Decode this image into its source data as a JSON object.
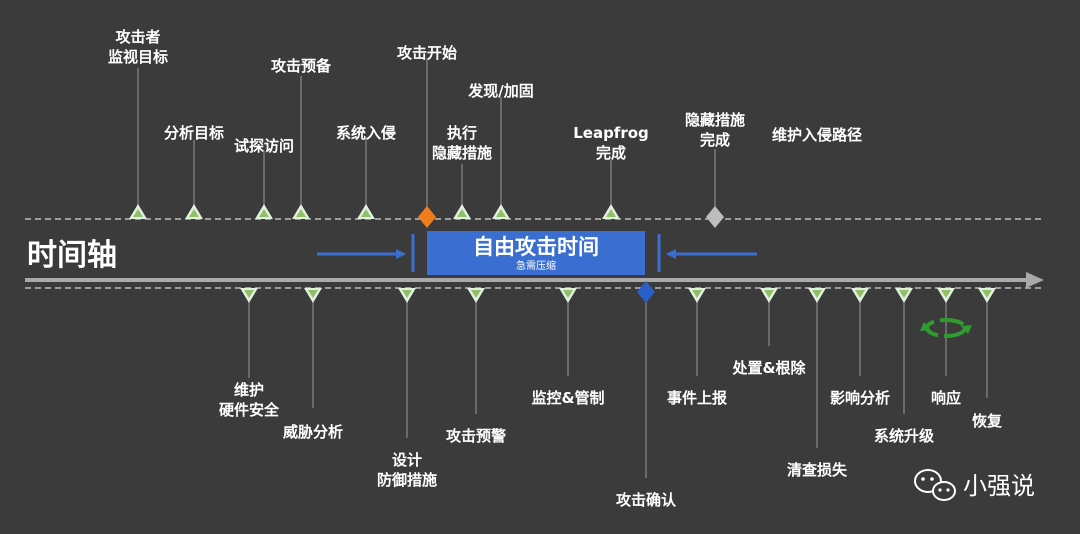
{
  "axis_title": "时间轴",
  "box": {
    "title": "自由攻击时间",
    "subtitle": "急需压缩"
  },
  "attacker_events": [
    {
      "label": [
        "攻击者",
        "监视目标"
      ],
      "marker": "triangle-up"
    },
    {
      "label": [
        "分析目标"
      ],
      "marker": "triangle-up"
    },
    {
      "label": [
        "试探访问"
      ],
      "marker": "triangle-up"
    },
    {
      "label": [
        "攻击预备"
      ],
      "marker": "triangle-up"
    },
    {
      "label": [
        "系统入侵"
      ],
      "marker": "triangle-up"
    },
    {
      "label": [
        "攻击开始"
      ],
      "marker": "diamond-orange"
    },
    {
      "label": [
        "执行",
        "隐藏措施"
      ],
      "marker": "triangle-up"
    },
    {
      "label": [
        "发现/加固"
      ],
      "marker": "triangle-up"
    },
    {
      "label": [
        "Leapfrog",
        "完成"
      ],
      "marker": "triangle-up"
    },
    {
      "label": [
        "隐藏措施",
        "完成"
      ],
      "marker": "diamond-gray"
    },
    {
      "label": [
        "维护入侵路径"
      ],
      "marker": "none"
    }
  ],
  "defender_events": [
    {
      "label": [
        "维护",
        "硬件安全"
      ],
      "marker": "triangle-down"
    },
    {
      "label": [
        "威胁分析"
      ],
      "marker": "triangle-down"
    },
    {
      "label": [
        "设计",
        "防御措施"
      ],
      "marker": "triangle-down"
    },
    {
      "label": [
        "攻击预警"
      ],
      "marker": "triangle-down"
    },
    {
      "label": [
        "监控&管制"
      ],
      "marker": "triangle-down"
    },
    {
      "label": [
        "攻击确认"
      ],
      "marker": "diamond-blue"
    },
    {
      "label": [
        "事件上报"
      ],
      "marker": "triangle-down"
    },
    {
      "label": [
        "处置&根除"
      ],
      "marker": "triangle-down"
    },
    {
      "label": [
        "清查损失"
      ],
      "marker": "triangle-down"
    },
    {
      "label": [
        "影响分析"
      ],
      "marker": "triangle-down"
    },
    {
      "label": [
        "系统升级"
      ],
      "marker": "triangle-down"
    },
    {
      "label": [
        "响应"
      ],
      "marker": "triangle-down"
    },
    {
      "label": [
        "恢复"
      ],
      "marker": "triangle-down"
    }
  ],
  "brand": {
    "icon": "wechat-icon",
    "name": "小强说"
  },
  "colors": {
    "background": "#3b3b3b",
    "axis": "#a9a9a9",
    "box": "#3a6fd1",
    "arrow": "#3a6fd1",
    "marker_fill": "#e3f0de",
    "marker_inner": "#8fbf6a",
    "attack_start": "#f07d1c",
    "attack_confirm": "#2a5fc8",
    "hidden_done": "#bdbdbd",
    "cycle": "#2e9c2e"
  }
}
